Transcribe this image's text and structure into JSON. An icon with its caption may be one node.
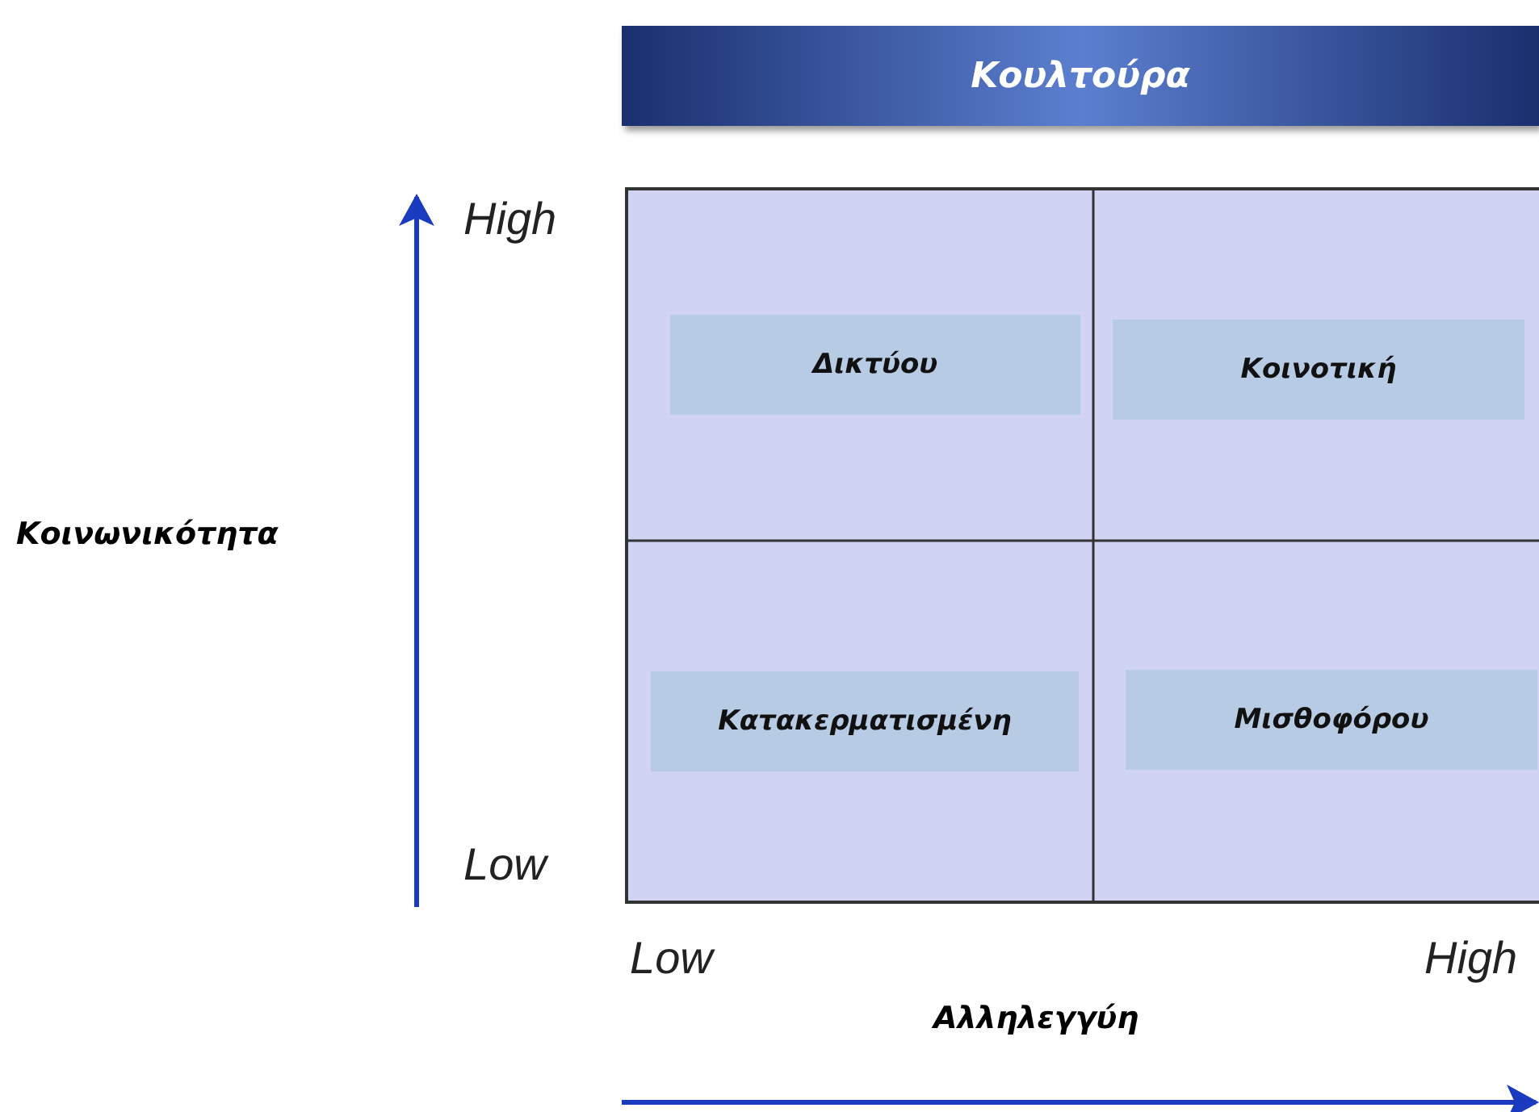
{
  "diagram": {
    "nodes": [
      {
        "text": [
          "Κουλτούρα"
        ]
      },
      {
        "text": [
          "Δικτύου"
        ]
      },
      {
        "text": [
          "Κοινοτική"
        ]
      },
      {
        "text": [
          "Κατακερματισμένη"
        ]
      },
      {
        "text": [
          "Μισθοφόρου"
        ]
      }
    ],
    "labels": [
      "High",
      "Κοινωνικότητα",
      "Low",
      "Low",
      "High",
      "Αλληλεγγύη"
    ]
  }
}
